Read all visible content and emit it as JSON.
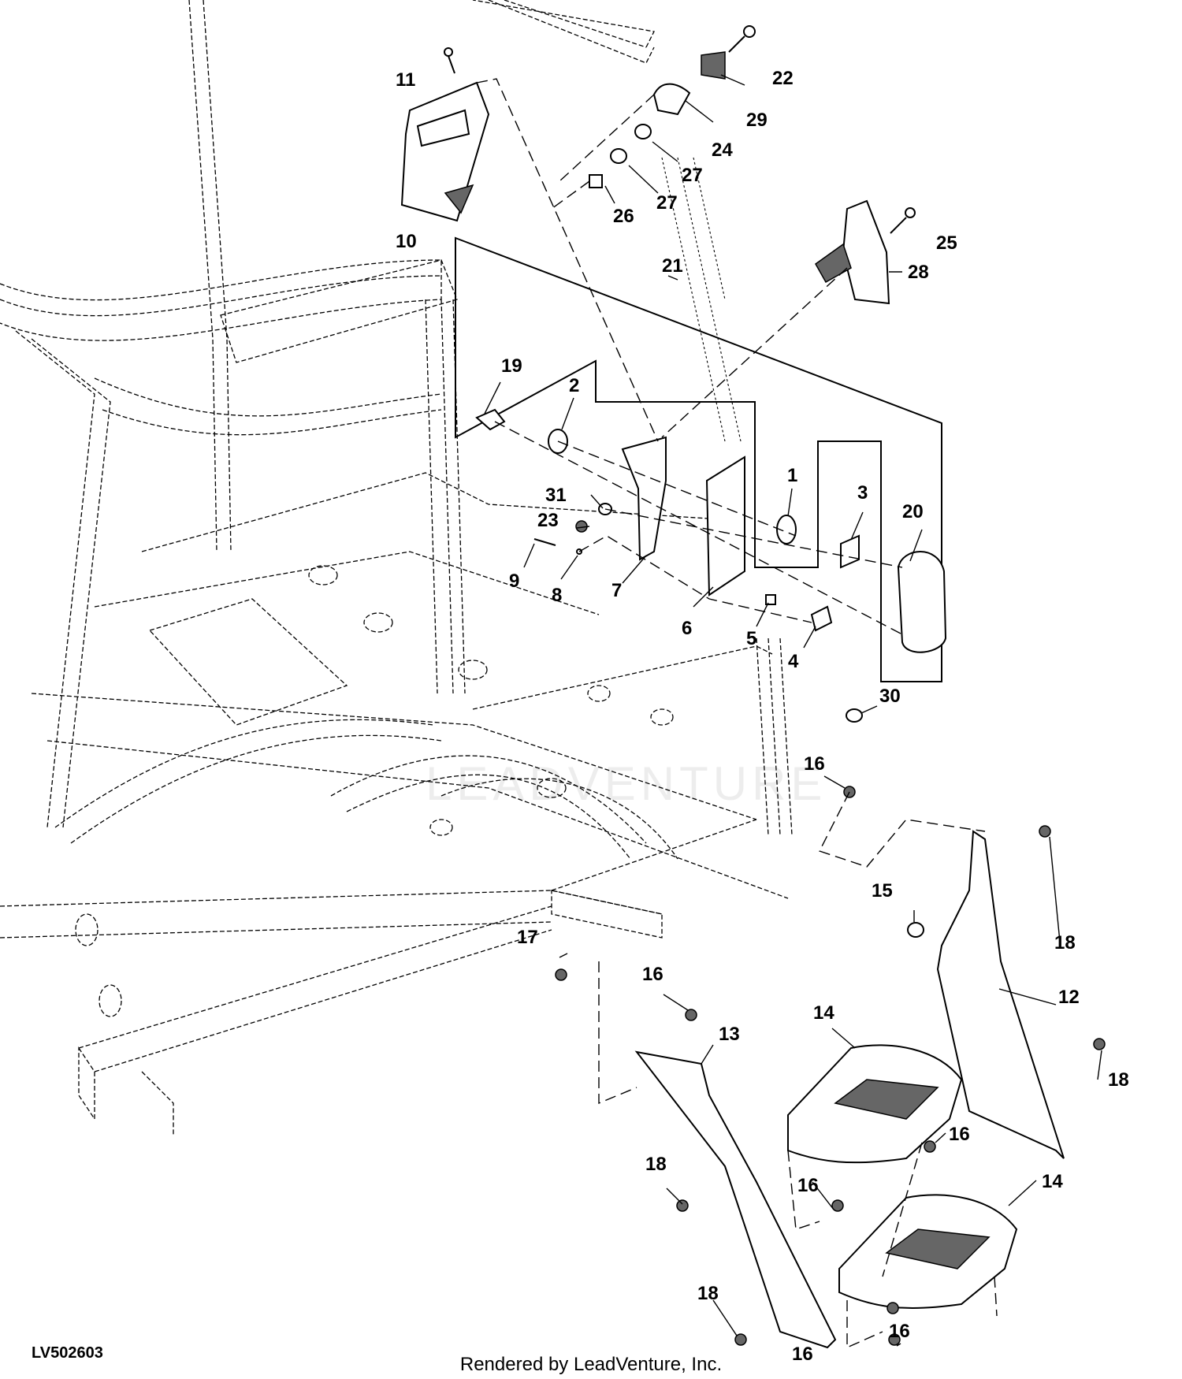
{
  "diagram": {
    "callouts": [
      {
        "id": "c11",
        "text": "11"
      },
      {
        "id": "c22",
        "text": "22"
      },
      {
        "id": "c29",
        "text": "29"
      },
      {
        "id": "c24",
        "text": "24"
      },
      {
        "id": "c27a",
        "text": "27"
      },
      {
        "id": "c27b",
        "text": "27"
      },
      {
        "id": "c26",
        "text": "26"
      },
      {
        "id": "c10",
        "text": "10"
      },
      {
        "id": "c25",
        "text": "25"
      },
      {
        "id": "c28",
        "text": "28"
      },
      {
        "id": "c21",
        "text": "21"
      },
      {
        "id": "c19",
        "text": "19"
      },
      {
        "id": "c2",
        "text": "2"
      },
      {
        "id": "c1",
        "text": "1"
      },
      {
        "id": "c3",
        "text": "3"
      },
      {
        "id": "c20",
        "text": "20"
      },
      {
        "id": "c31",
        "text": "31"
      },
      {
        "id": "c23",
        "text": "23"
      },
      {
        "id": "c9",
        "text": "9"
      },
      {
        "id": "c8",
        "text": "8"
      },
      {
        "id": "c7",
        "text": "7"
      },
      {
        "id": "c6",
        "text": "6"
      },
      {
        "id": "c5",
        "text": "5"
      },
      {
        "id": "c4",
        "text": "4"
      },
      {
        "id": "c30",
        "text": "30"
      },
      {
        "id": "c16a",
        "text": "16"
      },
      {
        "id": "c15",
        "text": "15"
      },
      {
        "id": "c18a",
        "text": "18"
      },
      {
        "id": "c17",
        "text": "17"
      },
      {
        "id": "c16b",
        "text": "16"
      },
      {
        "id": "c12",
        "text": "12"
      },
      {
        "id": "c14a",
        "text": "14"
      },
      {
        "id": "c13",
        "text": "13"
      },
      {
        "id": "c18b",
        "text": "18"
      },
      {
        "id": "c16c",
        "text": "16"
      },
      {
        "id": "c18c",
        "text": "18"
      },
      {
        "id": "c16d",
        "text": "16"
      },
      {
        "id": "c14b",
        "text": "14"
      },
      {
        "id": "c18d",
        "text": "18"
      },
      {
        "id": "c16e",
        "text": "16"
      },
      {
        "id": "c16f",
        "text": "16"
      }
    ]
  },
  "footer": {
    "code": "LV502603",
    "rendered_by": "Rendered by LeadVenture, Inc."
  },
  "watermark": "LEADVENTURE"
}
